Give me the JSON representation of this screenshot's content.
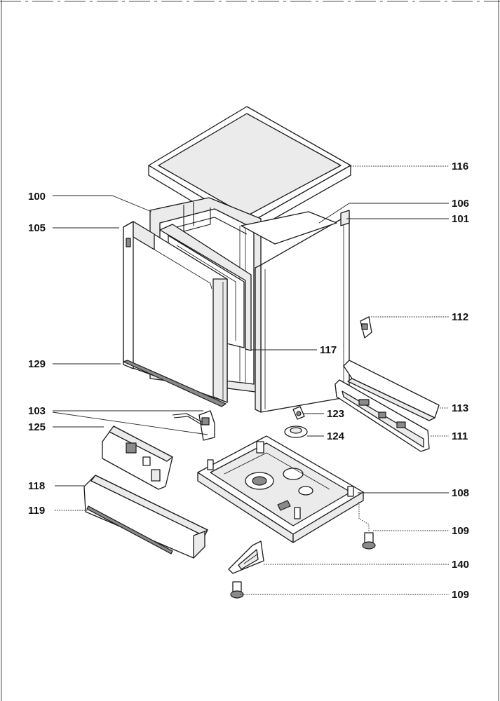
{
  "diagram": {
    "part_labels": {
      "p100": "100",
      "p101": "101",
      "p103": "103",
      "p105": "105",
      "p106": "106",
      "p108": "108",
      "p109a": "109",
      "p109b": "109",
      "p111": "111",
      "p112": "112",
      "p113": "113",
      "p116": "116",
      "p117": "117",
      "p118": "118",
      "p119": "119",
      "p123": "123",
      "p124": "124",
      "p125": "125",
      "p129": "129",
      "p140": "140"
    }
  }
}
